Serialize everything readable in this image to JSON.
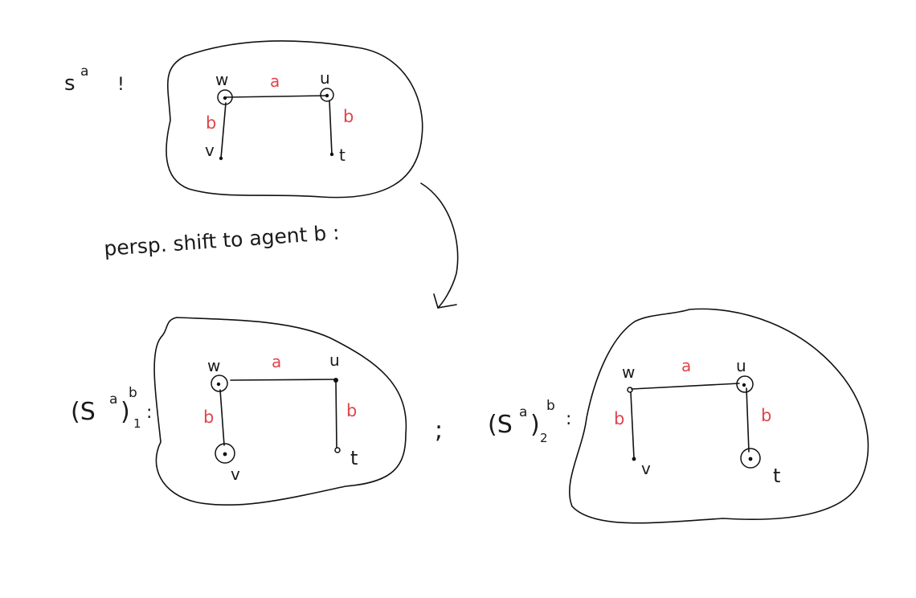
{
  "colors": {
    "ink": "#111111",
    "edge_label": "#e0454b",
    "background": "#ffffff"
  },
  "top_state": {
    "label_base": "s",
    "label_sup": "a",
    "label_colon": "!",
    "nodes": {
      "w": "w",
      "u": "u",
      "v": "v",
      "t": "t"
    },
    "edges": {
      "wu": "a",
      "wv": "b",
      "ut": "b"
    }
  },
  "shift_caption": "persp. shift to agent b :",
  "state_1": {
    "label_paren": "(S",
    "label_inner_sup": "a",
    "label_close": ")",
    "label_sup": "b",
    "label_sub": "1",
    "label_colon": ":",
    "nodes": {
      "w": "w",
      "u": "u",
      "v": "v",
      "t": "t"
    },
    "edges": {
      "wu": "a",
      "wv": "b",
      "ut": "b"
    }
  },
  "separator": ";",
  "state_2": {
    "label_paren": "(S",
    "label_inner_sup": "a",
    "label_close": ")",
    "label_sup": "b",
    "label_sub": "2",
    "label_colon": ":",
    "nodes": {
      "w": "w",
      "u": "u",
      "v": "v",
      "t": "t"
    },
    "edges": {
      "wu": "a",
      "wv": "b",
      "ut": "b"
    }
  }
}
